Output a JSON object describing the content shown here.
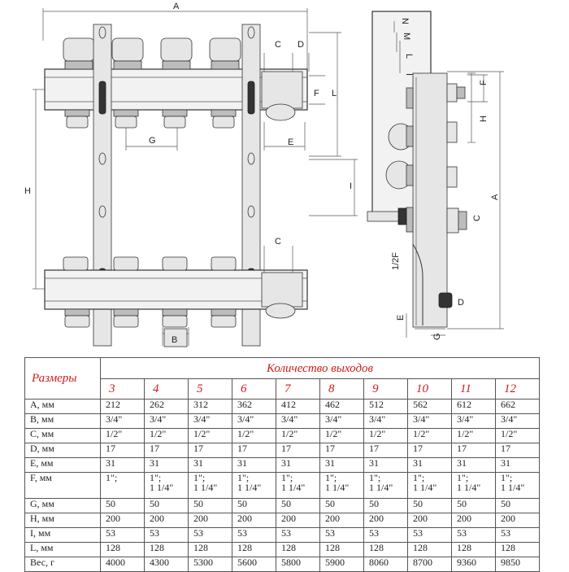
{
  "drawing": {
    "front_labels": {
      "A": "A",
      "B": "B",
      "C_top": "C",
      "D": "D",
      "F": "F",
      "L": "L",
      "G": "G",
      "E": "E",
      "H": "H",
      "I": "I",
      "C_bottom": "C"
    },
    "side_labels": {
      "N": "N",
      "M": "M",
      "L": "L",
      "I": "I",
      "F": "F",
      "H": "H",
      "A": "A",
      "C": "C",
      "half_2F": "1/2F",
      "D": "D",
      "E": "E",
      "G": "G"
    }
  },
  "table": {
    "header_sizes": "Размеры",
    "header_outputs": "Количество выходов",
    "columns": [
      "3",
      "4",
      "5",
      "6",
      "7",
      "8",
      "9",
      "10",
      "11",
      "12"
    ],
    "rows": [
      {
        "label": "A, мм",
        "values": [
          "212",
          "262",
          "312",
          "362",
          "412",
          "462",
          "512",
          "562",
          "612",
          "662"
        ]
      },
      {
        "label": "B, мм",
        "values": [
          "3/4\"",
          "3/4\"",
          "3/4\"",
          "3/4\"",
          "3/4\"",
          "3/4\"",
          "3/4\"",
          "3/4\"",
          "3/4\"",
          "3/4\""
        ]
      },
      {
        "label": "C, мм",
        "values": [
          "1/2\"",
          "1/2\"",
          "1/2\"",
          "1/2\"",
          "1/2\"",
          "1/2\"",
          "1/2\"",
          "1/2\"",
          "1/2\"",
          "1/2\""
        ]
      },
      {
        "label": "D, мм",
        "values": [
          "17",
          "17",
          "17",
          "17",
          "17",
          "17",
          "17",
          "17",
          "17",
          "17"
        ]
      },
      {
        "label": "E, мм",
        "values": [
          "31",
          "31",
          "31",
          "31",
          "31",
          "31",
          "31",
          "31",
          "31",
          "31"
        ]
      },
      {
        "label": "F, мм",
        "values": [
          "1\";",
          "1\";",
          "1\";",
          "1\";",
          "1\";",
          "1\";",
          "1\";",
          "1\";",
          "1\";",
          "1\";"
        ],
        "values2": [
          "",
          "1 1/4\"",
          "1 1/4\"",
          "1 1/4\"",
          "1 1/4\"",
          "1 1/4\"",
          "1 1/4\"",
          "1 1/4\"",
          "1 1/4\"",
          "1 1/4\""
        ]
      },
      {
        "label": "G, мм",
        "values": [
          "50",
          "50",
          "50",
          "50",
          "50",
          "50",
          "50",
          "50",
          "50",
          "50"
        ]
      },
      {
        "label": "H, мм",
        "values": [
          "200",
          "200",
          "200",
          "200",
          "200",
          "200",
          "200",
          "200",
          "200",
          "200"
        ]
      },
      {
        "label": "I, мм",
        "values": [
          "53",
          "53",
          "53",
          "53",
          "53",
          "53",
          "53",
          "53",
          "53",
          "53"
        ]
      },
      {
        "label": "L, мм",
        "values": [
          "128",
          "128",
          "128",
          "128",
          "128",
          "128",
          "128",
          "128",
          "128",
          "128"
        ]
      },
      {
        "label": "Вес, г",
        "values": [
          "4000",
          "4300",
          "5300",
          "5600",
          "5800",
          "5900",
          "8060",
          "8700",
          "9360",
          "9850"
        ]
      }
    ]
  }
}
